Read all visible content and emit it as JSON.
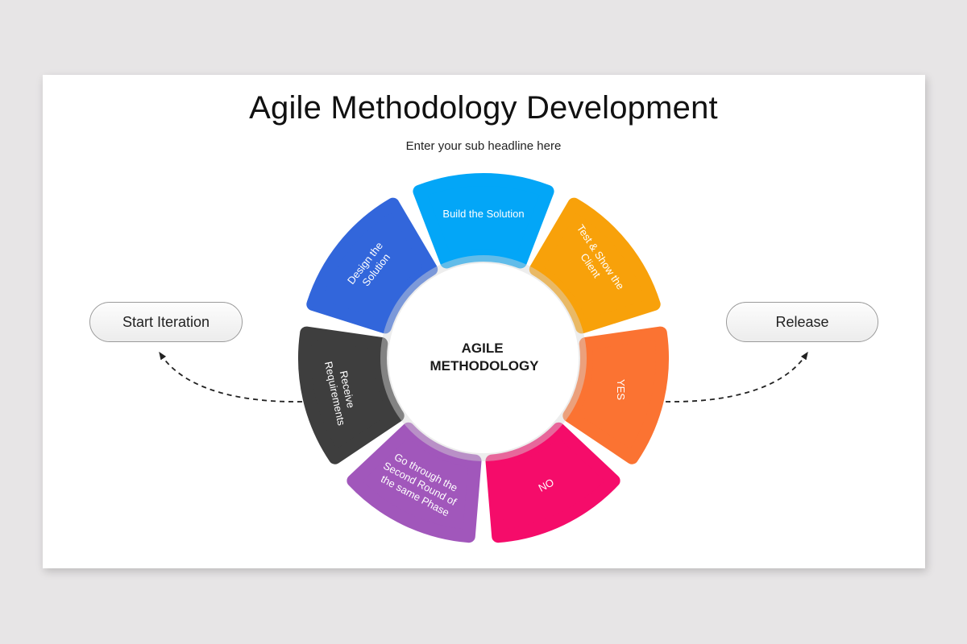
{
  "slide": {
    "title": "Agile Methodology Development",
    "subtitle": "Enter your sub headline here"
  },
  "center": {
    "line1": "AGILE",
    "line2": "METHODOLOGY"
  },
  "segments": [
    {
      "id": "build",
      "lines": [
        "Build the Solution"
      ],
      "color": "#03a6f7"
    },
    {
      "id": "test",
      "lines": [
        "Test & Show the",
        "Client"
      ],
      "color": "#f8a10a"
    },
    {
      "id": "yes",
      "lines": [
        "YES"
      ],
      "color": "#fb7332"
    },
    {
      "id": "no",
      "lines": [
        "NO"
      ],
      "color": "#f50c6a"
    },
    {
      "id": "go-through",
      "lines": [
        "Go through the",
        "Second Round of",
        "the same Phase"
      ],
      "color": "#a157bb"
    },
    {
      "id": "receive",
      "lines": [
        "Receive",
        "Requirements"
      ],
      "color": "#3e3e3e"
    },
    {
      "id": "design",
      "lines": [
        "Design the",
        "Solution"
      ],
      "color": "#3266db"
    }
  ],
  "endpoints": {
    "start": "Start Iteration",
    "release": "Release"
  },
  "colors": {
    "background": "#e7e5e6",
    "slide": "#ffffff",
    "connector": "#222222"
  }
}
